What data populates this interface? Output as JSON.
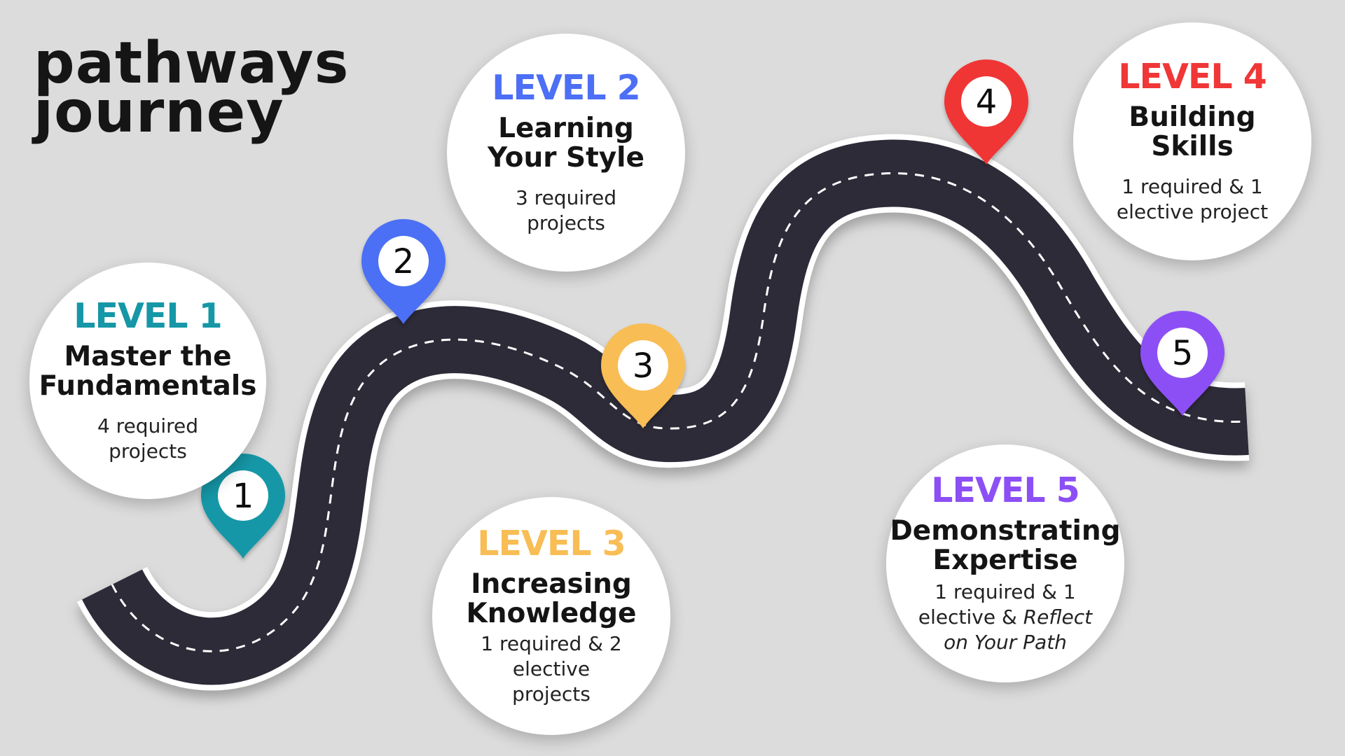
{
  "title": {
    "line1": "pathways",
    "line2": "journey"
  },
  "levels": [
    {
      "number": "1",
      "label": "LEVEL 1",
      "heading_line1": "Master the",
      "heading_line2": "Fundamentals",
      "desc": "4 required projects",
      "color": "#1597a7"
    },
    {
      "number": "2",
      "label": "LEVEL 2",
      "heading_line1": "Learning",
      "heading_line2": "Your Style",
      "desc": "3 required projects",
      "color": "#4c6ff5"
    },
    {
      "number": "3",
      "label": "LEVEL 3",
      "heading_line1": "Increasing",
      "heading_line2": "Knowledge",
      "desc": "1 required & 2 elective projects",
      "color": "#f8bd55"
    },
    {
      "number": "4",
      "label": "LEVEL 4",
      "heading_line1": "Building",
      "heading_line2": "Skills",
      "desc": "1 required & 1 elective project",
      "color": "#f03636"
    },
    {
      "number": "5",
      "label": "LEVEL 5",
      "heading_line1": "Demonstrating",
      "heading_line2": "Expertise",
      "desc_plain": "1 required & 1 elective &",
      "desc_italic": "Reflect on Your Path",
      "color": "#8c4ff5"
    }
  ],
  "road": {
    "color": "#2d2b38",
    "edge": "#ffffff",
    "dash": "#ffffff"
  }
}
